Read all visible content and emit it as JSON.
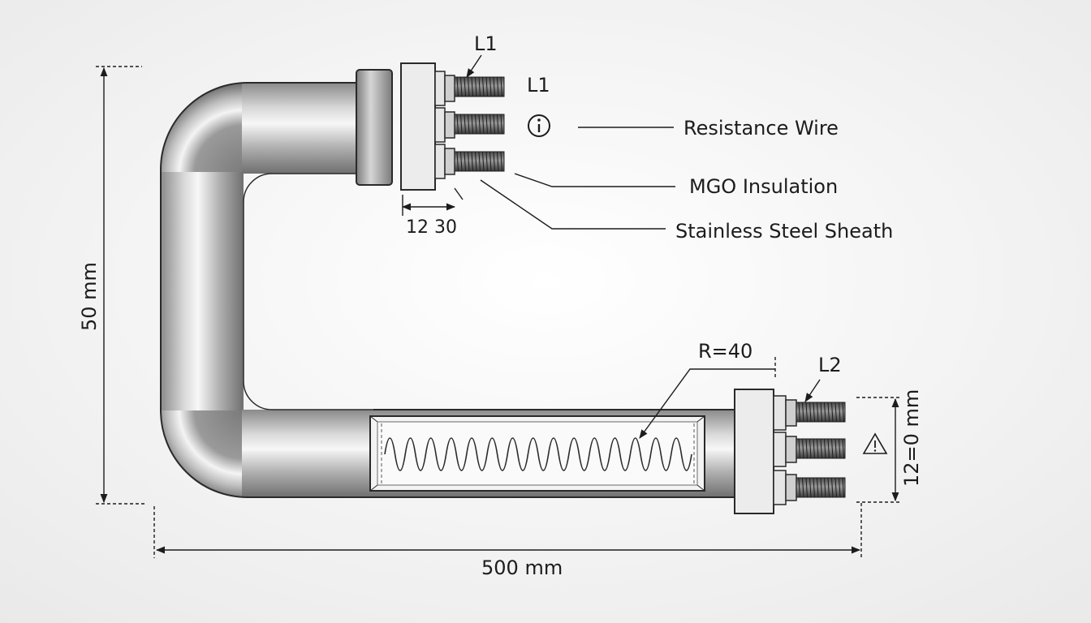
{
  "diagram": {
    "terminal_top_label": "L1",
    "terminal_top_label_2": "L1",
    "terminal_bottom_label": "L2",
    "callouts": {
      "resistance_wire": "Resistance Wire",
      "mgo_insulation": "MGO Insulation",
      "sheath": "Stainless Steel Sheath"
    },
    "dimensions": {
      "height": "50 mm",
      "length": "500 mm",
      "terminal_spacing": "12 30",
      "bend_radius": "R=40",
      "terminal_height": "12=0 mm"
    },
    "icons": {
      "info": "info-icon",
      "warning": "warning-icon"
    },
    "coil_turns": 15,
    "colors": {
      "background": "#f4f4f4",
      "tube": "#a9a9a9",
      "line": "#1c1c1c"
    }
  }
}
